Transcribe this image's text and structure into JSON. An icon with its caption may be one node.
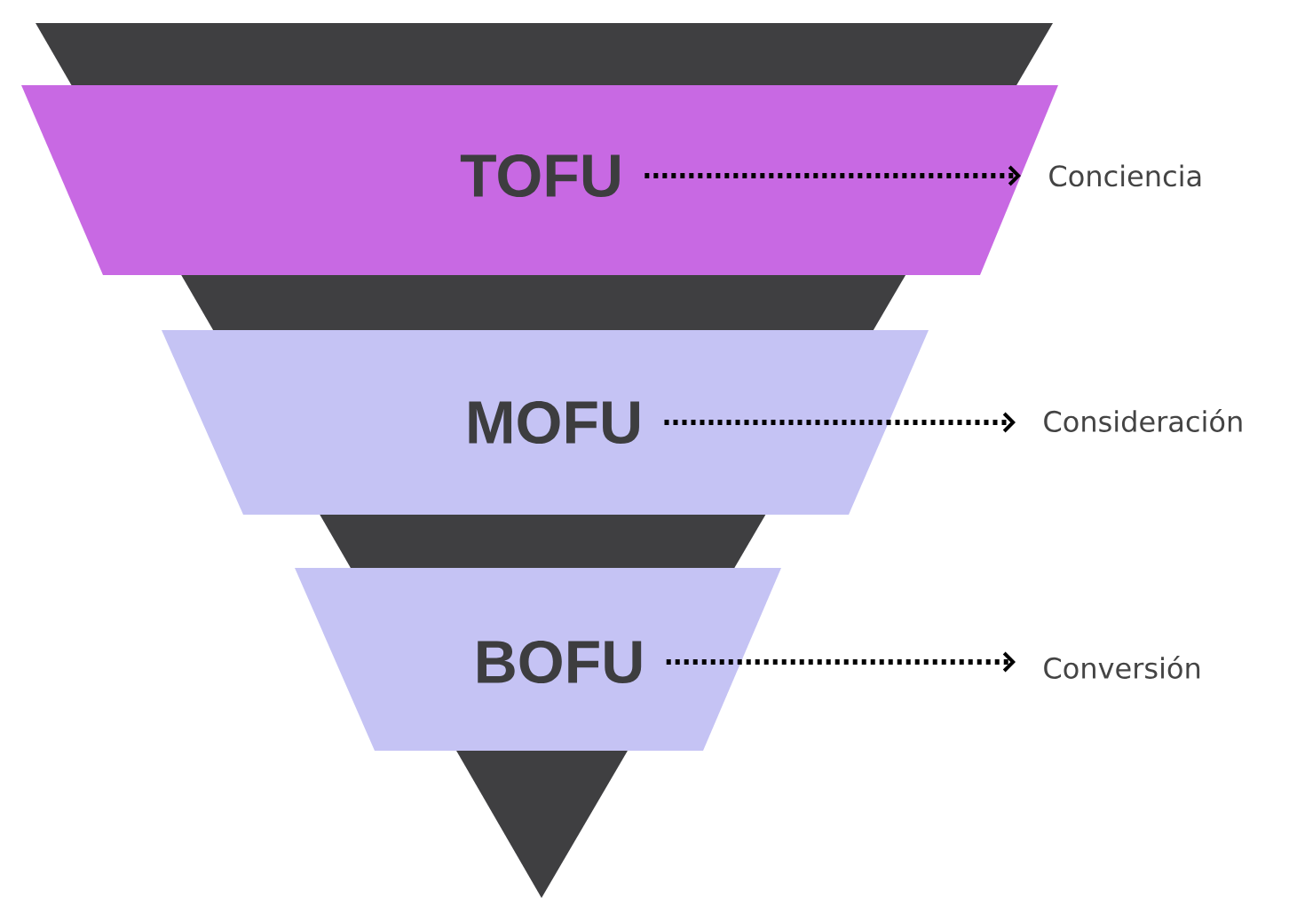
{
  "diagram": {
    "nodes": [
      {
        "text": [
          "TOFU"
        ]
      },
      {
        "text": [
          "MOFU"
        ]
      },
      {
        "text": [
          "BOFU"
        ]
      },
      {
        "text": [
          "Conciencia"
        ]
      },
      {
        "text": [
          "Consideración"
        ]
      },
      {
        "text": [
          "Conversión"
        ]
      }
    ],
    "edges": [
      {
        "from": 0,
        "to": 3,
        "arrow": "to"
      },
      {
        "from": 1,
        "to": 4,
        "arrow": "to"
      },
      {
        "from": 2,
        "to": 5,
        "arrow": "to"
      }
    ]
  }
}
